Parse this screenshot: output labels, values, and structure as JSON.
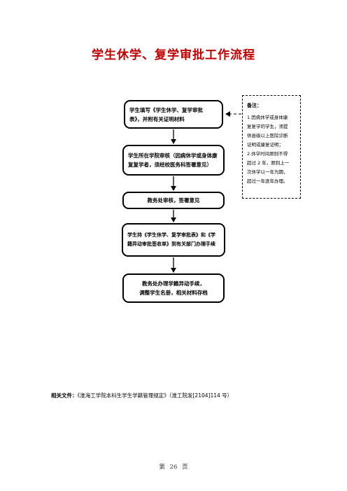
{
  "title": "学生休学、复学审批工作流程",
  "steps": [
    {
      "lines": [
        "学生填写《学生休学、复学审批",
        "表》，并附有关证明材料"
      ]
    },
    {
      "lines": [
        "学生所在学院审核（因病休学或身体康",
        "复复学者，须经校医务科签署意见）"
      ]
    },
    {
      "lines": [
        "教务处审核，签署意见"
      ]
    },
    {
      "lines": [
        "学生持《学生休学、复学审批表》和《学",
        "籍异动审批签收单》到有关部门办理手续"
      ]
    },
    {
      "lines": [
        "教务处办理学籍异动手续，",
        "调整学生名册，相关材料存档"
      ]
    }
  ],
  "note": {
    "heading": "备注：",
    "lines": [
      "1.因病休学或身体康",
      "复复学的学生，须提",
      "供县级以上医院诊断",
      "证明或康复证明；",
      "2.休学时间原则不得",
      "超过 2 年，原则上一",
      "次休学以一年为期，",
      "超过一年逐年办理。"
    ]
  },
  "footer": {
    "label": "相关文件：",
    "text": "《淮海工学院本科生学生学籍管理规定》（淮工院发[2104]114 号）"
  },
  "page_number": "第 26 页"
}
